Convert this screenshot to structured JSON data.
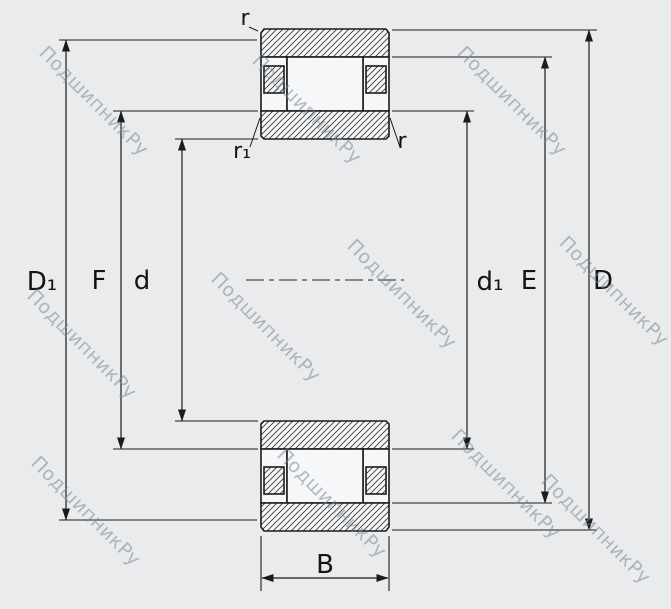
{
  "watermark": {
    "text": "ПодшипникРу"
  },
  "diagram": {
    "type": "technical-drawing",
    "subject": "cylindrical-roller-bearing-cross-section",
    "labels": {
      "r_top": "r",
      "r1": "r₁",
      "r_right": "r",
      "D1": "D₁",
      "F": "F",
      "d": "d",
      "d1": "d₁",
      "E": "E",
      "D": "D",
      "B": "B"
    },
    "colors": {
      "background": "#e9ebed",
      "line": "#1b1b1b",
      "fill": "#f6f7f8",
      "watermark": "#7c8692"
    }
  }
}
